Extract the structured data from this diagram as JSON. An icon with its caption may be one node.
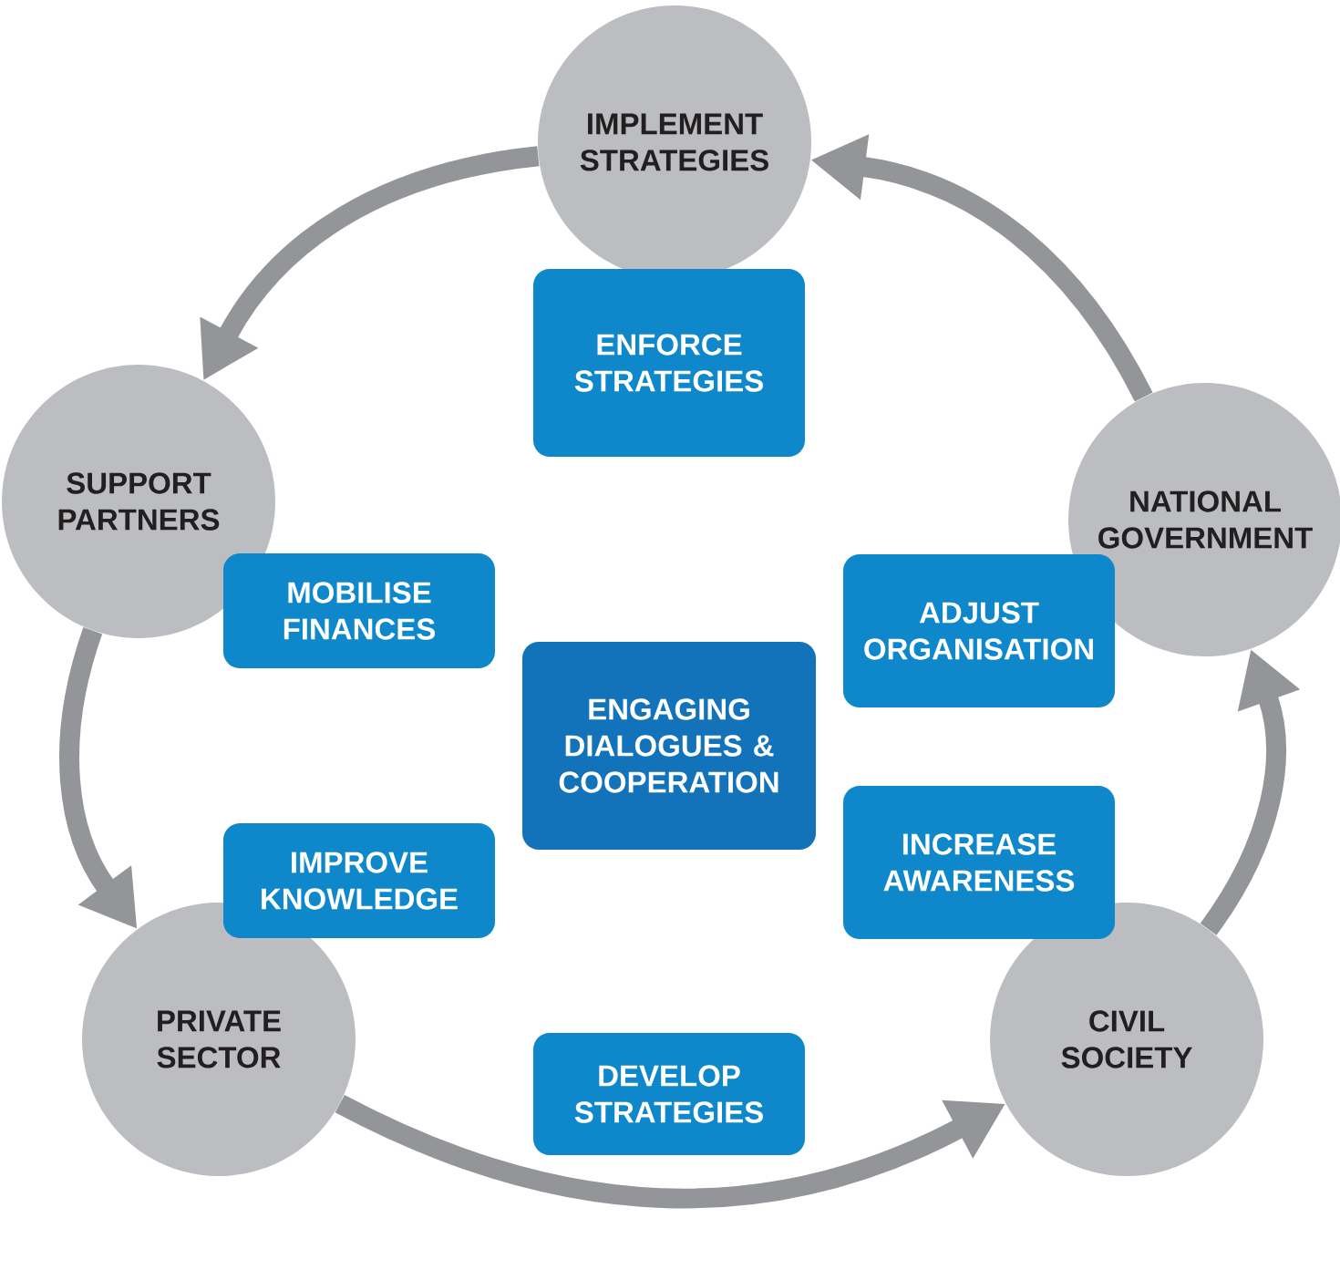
{
  "diagram": {
    "nodes": [
      {
        "text": [
          "IMPLEMENT STRATEGIES"
        ]
      },
      {
        "text": [
          "ENFORCE STRATEGIES"
        ]
      },
      {
        "text": [
          "SUPPORT PARTNERS"
        ]
      },
      {
        "text": [
          "NATIONAL GOVERNMENT"
        ]
      },
      {
        "text": [
          "MOBILISE FINANCES"
        ]
      },
      {
        "text": [
          "ADJUST ORGANISATION"
        ]
      },
      {
        "text": [
          "ENGAGING DIALOGUES & COOPERATION"
        ]
      },
      {
        "text": [
          "IMPROVE KNOWLEDGE"
        ]
      },
      {
        "text": [
          "INCREASE AWARENESS"
        ]
      },
      {
        "text": [
          "PRIVATE SECTOR"
        ]
      },
      {
        "text": [
          "CIVIL SOCIETY"
        ]
      },
      {
        "text": [
          "DEVELOP STRATEGIES"
        ]
      }
    ],
    "edges": [
      {
        "from": 0,
        "to": 2,
        "arrow": "to"
      },
      {
        "from": 2,
        "to": 9,
        "arrow": "to"
      },
      {
        "from": 9,
        "to": 10,
        "arrow": "to"
      },
      {
        "from": 10,
        "to": 3,
        "arrow": "to"
      },
      {
        "from": 3,
        "to": 0,
        "arrow": "to"
      }
    ]
  }
}
